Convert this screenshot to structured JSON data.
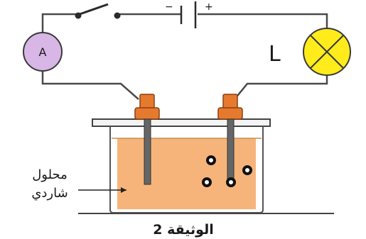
{
  "figure": {
    "caption": "الوثيقة 2"
  },
  "circuit": {
    "ammeter_label": "A",
    "lamp_symbol_label": "L",
    "battery_negative": "−",
    "battery_positive": "+"
  },
  "solution": {
    "label_line1": "محلول",
    "label_line2": "شاردي"
  },
  "colors": {
    "wire": "#4a4a4a",
    "ammeter_fill": "#d8b6e6",
    "lamp_fill": "#ffec1a",
    "solution": "#f7b47a",
    "electrode_cap": "#e57a2e",
    "beaker_glass": "#f4f4f4"
  }
}
